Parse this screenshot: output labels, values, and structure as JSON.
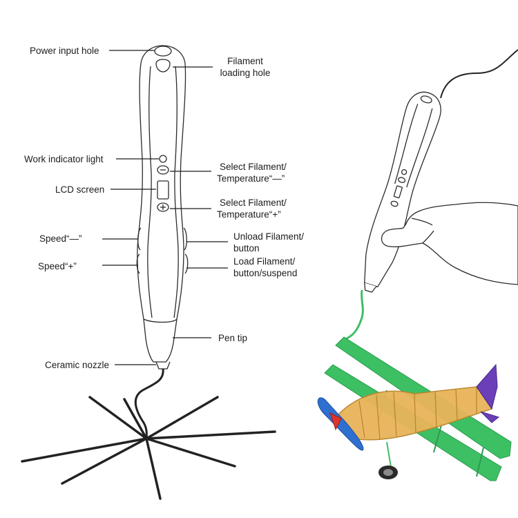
{
  "labels": {
    "power_input_hole": "Power input hole",
    "filament_loading_hole_1": "Filament",
    "filament_loading_hole_2": "loading hole",
    "work_indicator_light": "Work indicator light",
    "select_minus_1": "Select Filament/",
    "select_minus_2": "Temperature“—”",
    "lcd_screen": "LCD screen",
    "select_plus_1": "Select Filament/",
    "select_plus_2": "Temperature“+”",
    "speed_minus": "Speed“—”",
    "unload_1": "Unload Filament/",
    "unload_2": "button",
    "speed_plus": "Speed“+”",
    "load_1": "Load Filament/",
    "load_2": "button/suspend",
    "pen_tip": "Pen tip",
    "ceramic_nozzle": "Ceramic nozzle"
  },
  "colors": {
    "outline": "#2a2a2a",
    "wing_green": "#3dbf64",
    "frame_orange": "#d59a3a",
    "propeller_blue": "#2f6fd0",
    "tail_purple": "#6b3fb8",
    "spinner_red": "#e0342a",
    "skin": "#ffffff"
  }
}
